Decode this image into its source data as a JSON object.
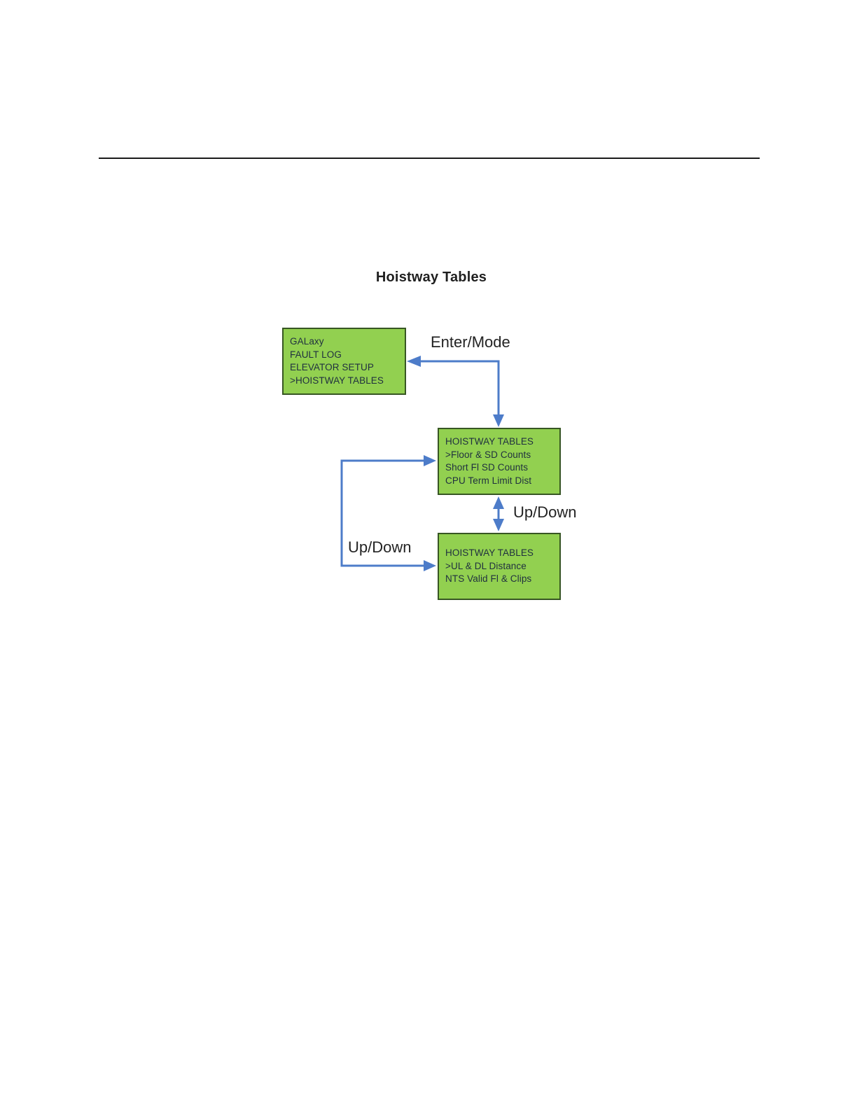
{
  "page": {
    "title": "Hoistway Tables"
  },
  "diagram": {
    "labels": {
      "enter_mode": "Enter/Mode",
      "up_down_right": "Up/Down",
      "up_down_left": "Up/Down"
    },
    "boxes": [
      {
        "name": "main-menu",
        "lines": [
          "GALaxy",
          "FAULT LOG",
          "ELEVATOR SETUP",
          ">HOISTWAY TABLES"
        ]
      },
      {
        "name": "hoistway-tables-screen-1",
        "lines": [
          "HOISTWAY TABLES",
          ">Floor & SD Counts",
          "Short Fl SD Counts",
          "CPU Term Limit Dist"
        ]
      },
      {
        "name": "hoistway-tables-screen-2",
        "lines": [
          "HOISTWAY TABLES",
          ">UL & DL Distance",
          "NTS Valid Fl & Clips"
        ]
      }
    ],
    "colors": {
      "box_fill": "#92d050",
      "box_border": "#375623",
      "arrow_blue": "#4d7cc9",
      "rule_black": "#1a1a1a",
      "text_dark": "#1f2f3f"
    }
  }
}
